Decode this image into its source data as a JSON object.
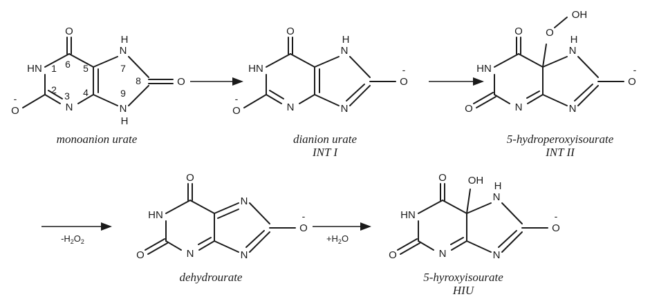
{
  "atoms": {
    "O": "O",
    "N": "N",
    "HN": "HN",
    "NH": "NH",
    "H": "H",
    "OH": "OH",
    "charge": "-"
  },
  "numbering": [
    "1",
    "2",
    "3",
    "4",
    "5",
    "6",
    "7",
    "8",
    "9"
  ],
  "molecules": [
    {
      "id": "monoanion-urate",
      "caption": "monoanion urate",
      "caption2": ""
    },
    {
      "id": "dianion-urate",
      "caption": "dianion urate",
      "caption2": "INT I"
    },
    {
      "id": "hydroperoxyisourate",
      "caption": "5-hydroperoxyisourate",
      "caption2": "INT II"
    },
    {
      "id": "dehydrourate",
      "caption": "dehydrourate",
      "caption2": ""
    },
    {
      "id": "hyroxyisourate",
      "caption": "5-hyroxyisourate",
      "caption2": "HIU"
    }
  ],
  "arrows": [
    {
      "id": "arrow-1",
      "condition": ""
    },
    {
      "id": "arrow-2",
      "condition": ""
    },
    {
      "id": "arrow-3",
      "condition_pre": "-H",
      "condition_sub": "2",
      "condition_mid": "O",
      "condition_sub2": "2"
    },
    {
      "id": "arrow-4",
      "condition_pre": "+H",
      "condition_sub": "2",
      "condition_mid": "O"
    }
  ]
}
